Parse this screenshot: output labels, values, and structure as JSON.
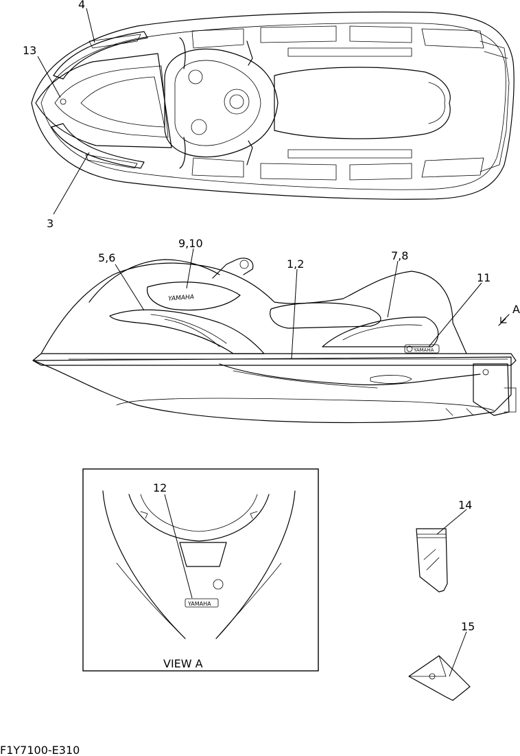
{
  "labels": {
    "l1": "1,2",
    "l3": "3",
    "l4": "4",
    "l5": "5,6",
    "l7": "7,8",
    "l9": "9,10",
    "l11": "11",
    "l12": "12",
    "l13": "13",
    "l14": "14",
    "l15": "15",
    "arrowA": "A"
  },
  "view_caption": "VIEW A",
  "drawing_code": "F1Y7100-E310",
  "decal_texts": {
    "side_logo": "YAMAHA",
    "transom_badge": "YAMAHA"
  },
  "colors": {
    "line": "#000000",
    "paper": "#ffffff"
  }
}
